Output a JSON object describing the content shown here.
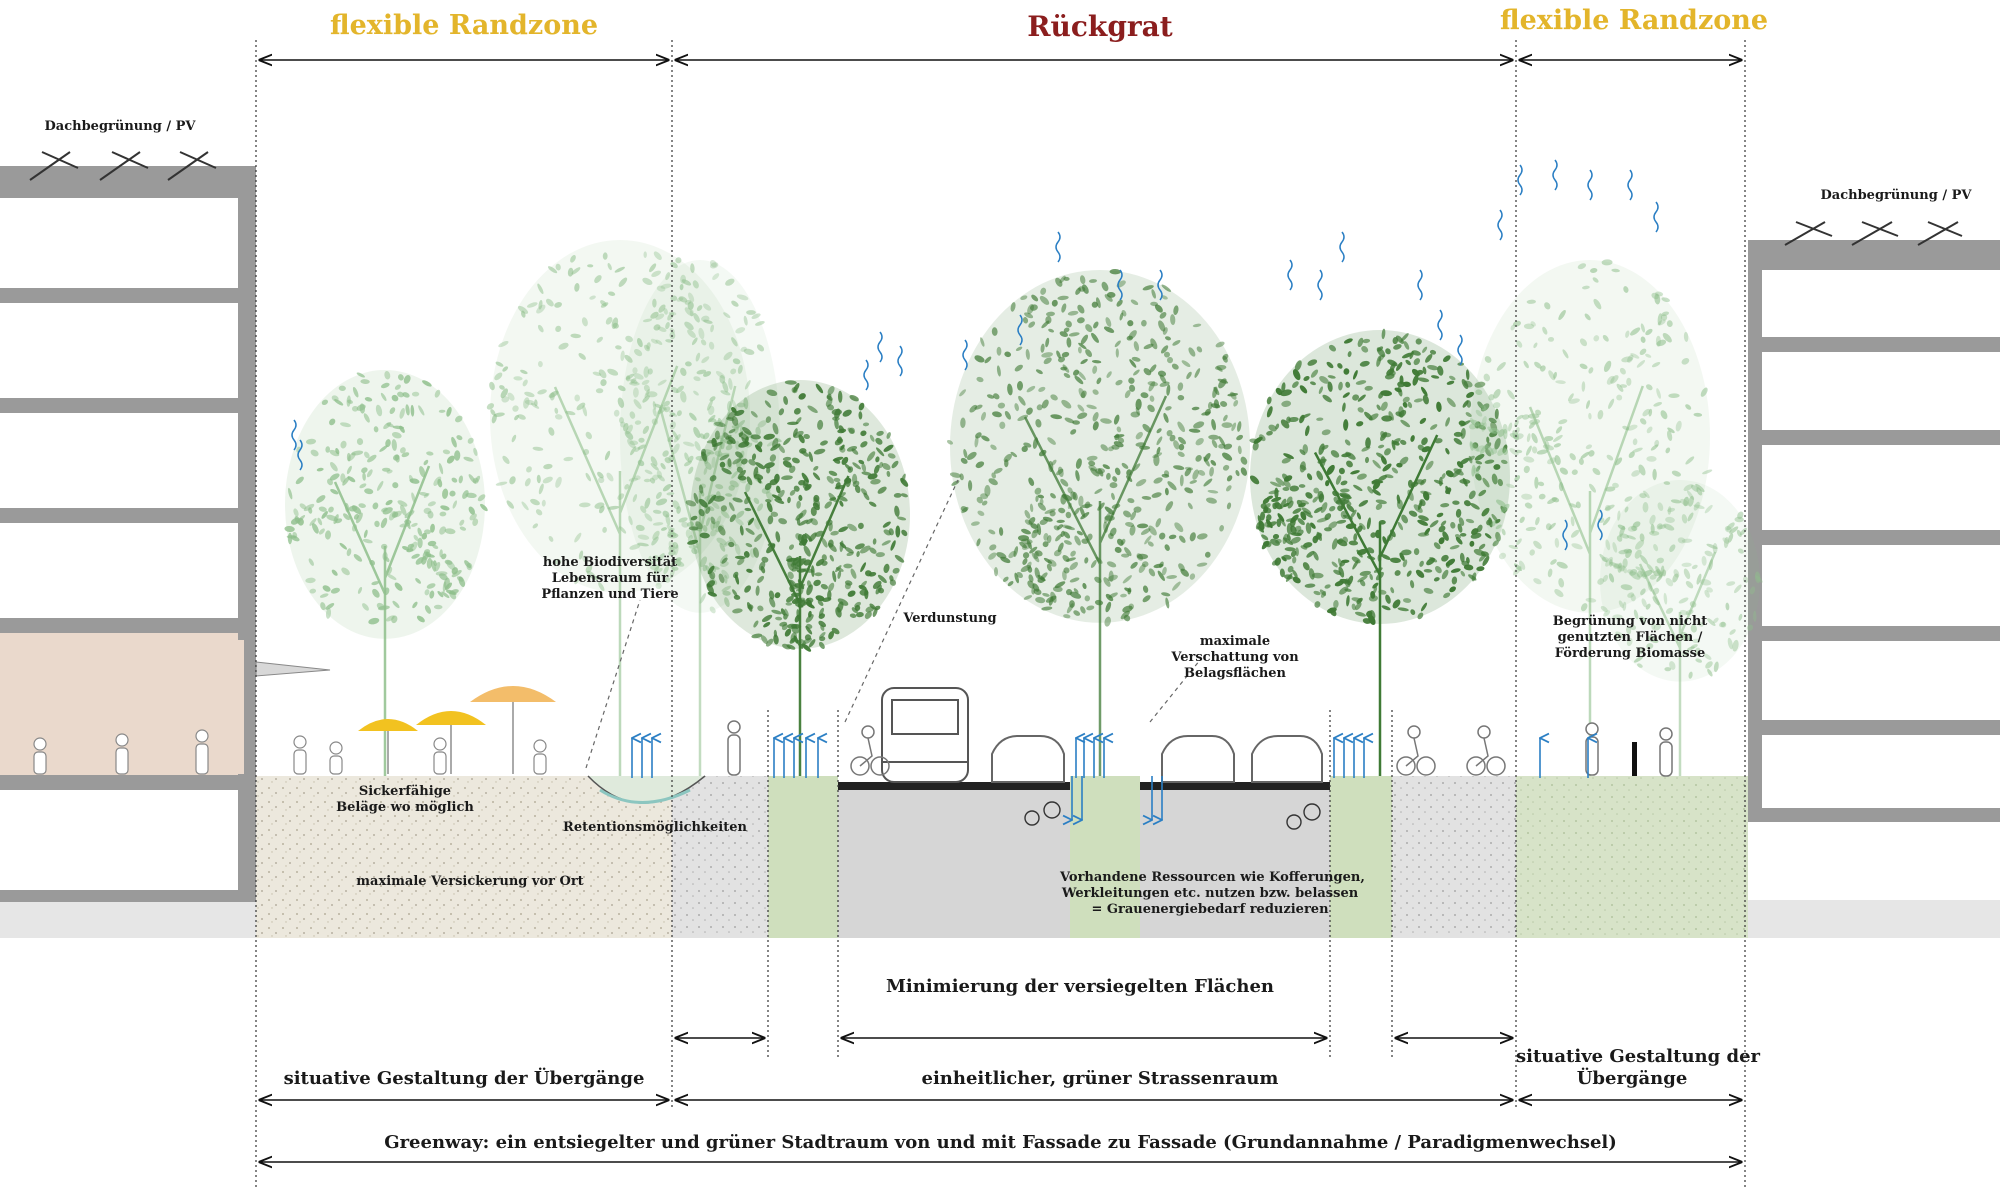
{
  "zones": {
    "left_edge": "flexible Randzone",
    "core": "Rückgrat",
    "right_edge": "flexible Randzone"
  },
  "colors": {
    "edge_zone": "#e3b52b",
    "core_zone": "#8b1e1e",
    "tree_dark": "#3f7a35",
    "tree_light": "#8fbf8c",
    "permeable_ground": "#e8e3d6",
    "green_ground": "#cfe0c0",
    "asphalt": "#d4d4d4",
    "building": "#9a9a9a",
    "cafe_interior": "#ead9cc",
    "umbrella_yellow": "#f2c220",
    "umbrella_orange": "#f3bd6a",
    "water": "#2b7fc4"
  },
  "annotations": {
    "roof_left": "Dachbegrünung / PV",
    "roof_right": "Dachbegrünung / PV",
    "biodiversity": [
      "hohe Biodiversität",
      "Lebensraum für",
      "Pflanzen und Tiere"
    ],
    "evaporation": "Verdunstung",
    "shading": [
      "maximale",
      "Verschattung von",
      "Belagsflächen"
    ],
    "greening": [
      "Begrünung von nicht",
      "genutzten Flächen /",
      "Förderung Biomasse"
    ],
    "permeable": [
      "Sickerfähige",
      "Beläge wo möglich"
    ],
    "retention": "Retentionsmöglichkeiten",
    "infiltration": "maximale Versickerung vor Ort",
    "resources": [
      "Vorhandene Ressourcen wie Kofferungen,",
      "Werkleitungen etc. nutzen bzw. belassen",
      "= Grauenergiebedarf reduzieren"
    ]
  },
  "dimensions": {
    "minimize": "Minimierung der versiegelten Flächen",
    "transitions_left": "situative Gestaltung der Übergänge",
    "street_space": "einheitlicher, grüner Strassenraum",
    "transitions_right": [
      "situative Gestaltung der",
      "Übergänge"
    ],
    "greenway": "Greenway: ein entsiegelter und grüner Stadtraum von und mit Fassade zu Fassade (Grundannahme / Paradigmenwechsel)"
  },
  "icons": [
    "solar-panel-icon",
    "tree-icon",
    "umbrella-icon",
    "bus-icon",
    "car-icon",
    "cyclist-icon",
    "pedestrian-icon",
    "water-arrow-icon",
    "evaporation-icon",
    "pipe-icon"
  ]
}
